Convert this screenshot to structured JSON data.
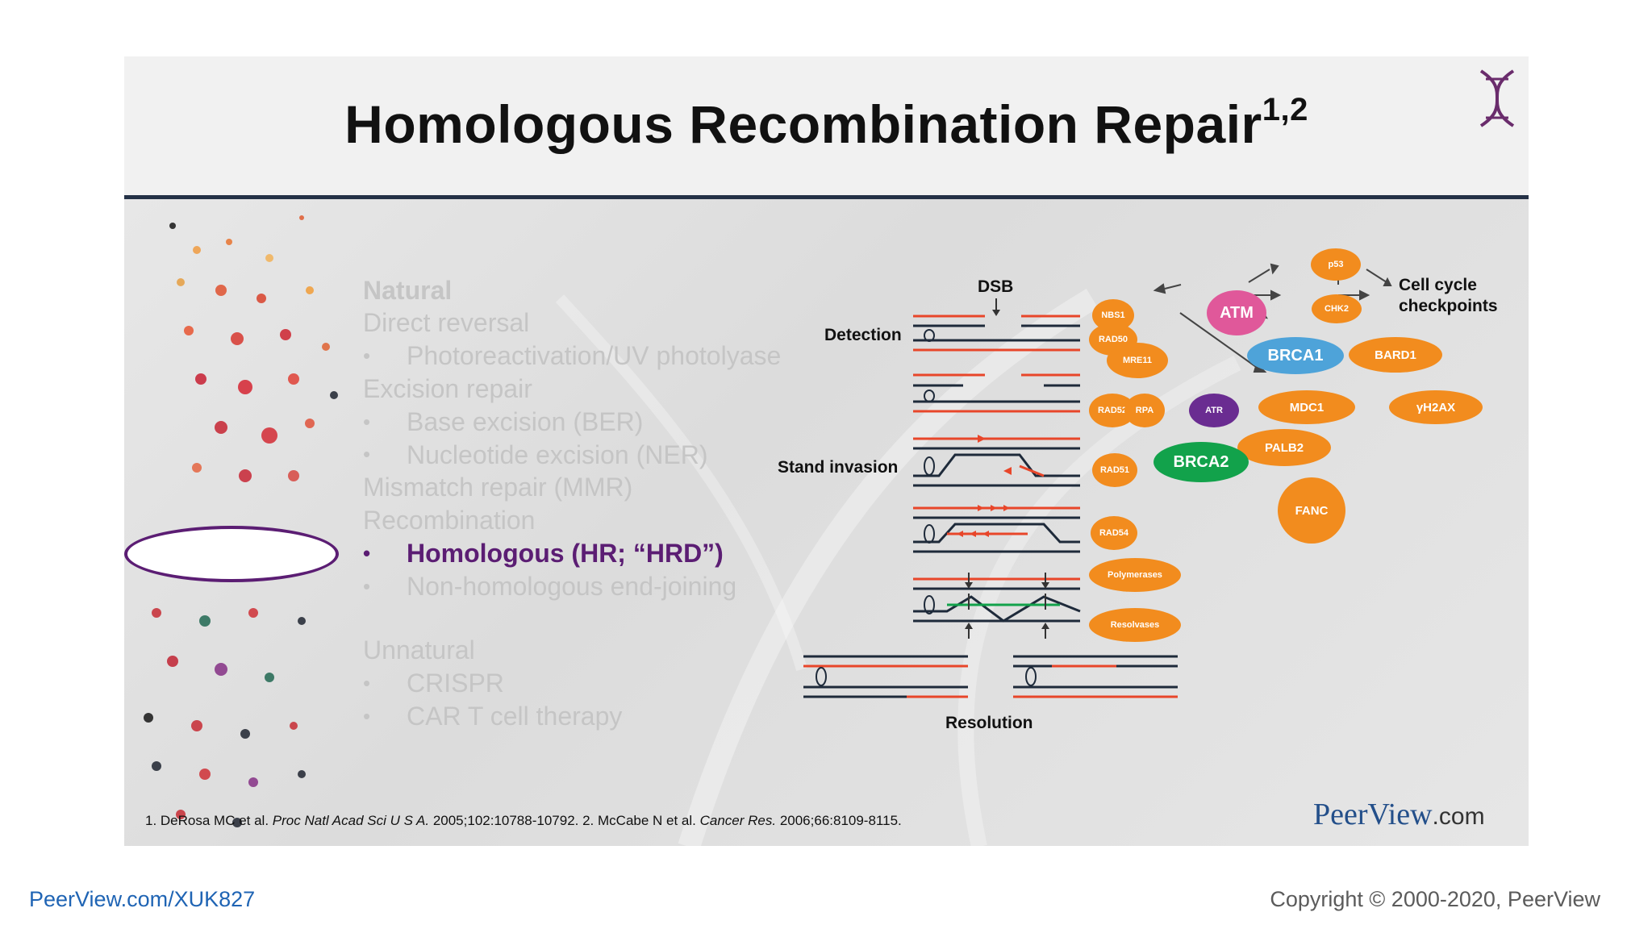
{
  "slide": {
    "title": "Homologous Recombination Repair",
    "title_superscript": "1,2",
    "accent_color": "#5b1d73",
    "rule_color": "#243146"
  },
  "repair_list": {
    "natural_heading": "Natural",
    "direct_reversal": "Direct reversal",
    "photoreactivation": "Photoreactivation/UV photolyase",
    "excision_repair": "Excision repair",
    "ber": "Base excision (BER)",
    "ner": "Nucleotide excision (NER)",
    "mmr": "Mismatch repair (MMR)",
    "recombination": "Recombination",
    "homologous": "Homologous (HR; “HRD”)",
    "nhej": "Non-homologous end-joining",
    "unnatural_heading": "Unnatural",
    "crispr": "CRISPR",
    "car_t": "CAR T cell therapy",
    "bullet_char": "•"
  },
  "diagram": {
    "dsb": "DSB",
    "detection": "Detection",
    "strand_invasion": "Stand invasion",
    "resolution": "Resolution",
    "cell_cycle_line1": "Cell cycle",
    "cell_cycle_line2": "checkpoints",
    "nodes": {
      "atm": "ATM",
      "p53": "p53",
      "chk2": "CHK2",
      "nbs1": "NBS1",
      "rad50": "RAD50",
      "mre11": "MRE11",
      "brca1": "BRCA1",
      "bard1": "BARD1",
      "rad52": "RAD52",
      "rpa": "RPA",
      "atr": "ATR",
      "mdc1": "MDC1",
      "gh2ax": "γH2AX",
      "brca2": "BRCA2",
      "palb2": "PALB2",
      "rad51": "RAD51",
      "fanc": "FANC",
      "rad54": "RAD54",
      "polymerases": "Polymerases",
      "resolvases": "Resolvases"
    },
    "colors": {
      "orange": "#f28c1e",
      "pink": "#e0589a",
      "blue": "#4ea3d9",
      "purple": "#6a2c91",
      "green": "#12a24b",
      "strand_red": "#e8462a",
      "strand_dark": "#1e2a3a"
    }
  },
  "references": {
    "ref1_prefix": "1. DeRosa MC et al. ",
    "ref1_journal": "Proc Natl Acad Sci U S A.",
    "ref1_suffix": " 2005;102:10788-10792. 2. McCabe N et al. ",
    "ref2_journal": "Cancer Res.",
    "ref2_suffix": " 2006;66:8109-8115."
  },
  "branding": {
    "logo_main": "PeerView",
    "logo_suffix": ".com",
    "logo_color": "#234f8a"
  },
  "footer": {
    "link": "PeerView.com/XUK827",
    "copyright": "Copyright © 2000-2020, PeerView"
  }
}
